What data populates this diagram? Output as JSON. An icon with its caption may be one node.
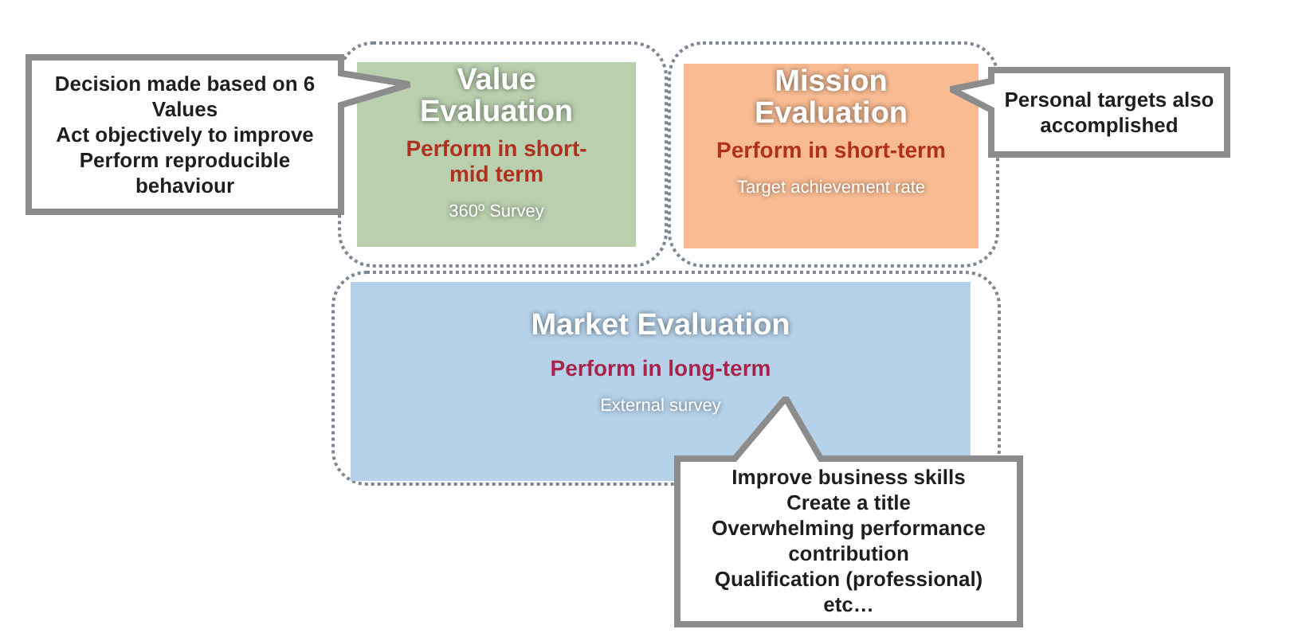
{
  "diagram": {
    "nodes": [
      {
        "text": [],
        "shape": "box"
      },
      {
        "text": [
          "Value Evaluation",
          "Perform in short-mid term",
          "360º Survey"
        ],
        "in": 0
      },
      {
        "text": [],
        "shape": "box"
      },
      {
        "text": [
          "Mission Evaluation",
          "Perform in short-term",
          "Target achievement rate"
        ],
        "in": 2
      },
      {
        "text": [],
        "shape": "box"
      },
      {
        "text": [
          "Market Evaluation",
          "Perform in long-term",
          "External survey"
        ],
        "in": 4
      },
      {
        "text": [
          "Decision made based on 6 Values",
          "Act objectively to improve",
          "Perform reproducible behaviour"
        ]
      },
      {
        "text": [
          "Personal targets also accomplished"
        ]
      },
      {
        "text": [
          "Improve business skills",
          "Create a title",
          "Overwhelming performance contribution",
          "Qualification (professional)",
          "etc…"
        ]
      }
    ]
  }
}
